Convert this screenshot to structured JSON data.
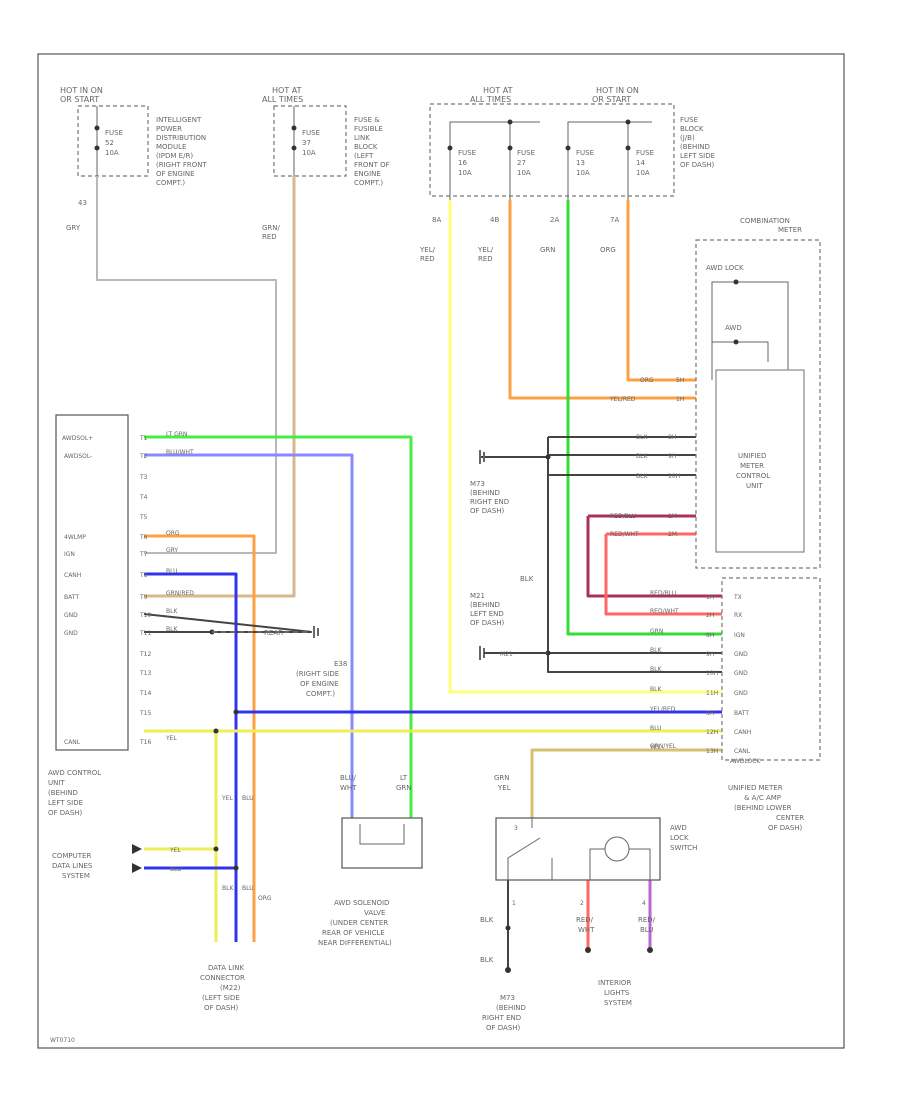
{
  "colors": {
    "gry": "#b8b8b8",
    "grn_red": "#d8b88a",
    "yel_red": "#ffff77",
    "orange": "#ffa040",
    "grn": "#33dd33",
    "lt_grn": "#44ee44",
    "blu": "#3333ee",
    "blu_wht": "#8888ff",
    "yel": "#eeee55",
    "blk": "#444444",
    "red_blu": "#aa3355",
    "red_wht": "#ff6666",
    "purple": "#bb66cc",
    "tan": "#d8c070"
  },
  "power": {
    "hot1": [
      "HOT IN ON",
      "OR START"
    ],
    "hot2": [
      "HOT AT",
      "ALL TIMES"
    ],
    "hot3": [
      "HOT AT",
      "ALL TIMES"
    ],
    "hot4": [
      "HOT IN ON",
      "OR START"
    ],
    "fuse1": [
      "FUSE",
      "52",
      "10A"
    ],
    "fuse2": [
      "FUSE",
      "37",
      "10A"
    ],
    "fuse3": [
      "FUSE",
      "16",
      "10A"
    ],
    "fuse4": [
      "FUSE",
      "27",
      "10A"
    ],
    "fuse5": [
      "FUSE",
      "13",
      "10A"
    ],
    "fuse6": [
      "FUSE",
      "14",
      "10A"
    ],
    "ipdm_desc": [
      "INTELLIGENT",
      "POWER",
      "DISTRIBUTION",
      "MODULE",
      "(IPDM E/R)",
      "(RIGHT FRONT",
      "OF ENGINE",
      "COMPT.)"
    ],
    "fusible_desc": [
      "FUSE &",
      "FUSIBLE",
      "LINK",
      "BLOCK",
      "(LEFT",
      "FRONT OF",
      "ENGINE",
      "COMPT.)"
    ],
    "fuse_block_desc": [
      "FUSE",
      "BLOCK",
      "(J/B)",
      "(BEHIND",
      "LEFT SIDE",
      "OF DASH)"
    ],
    "conn_labels": {
      "c1": "43",
      "c2": "8A",
      "c3": "4B",
      "c4": "2A",
      "c5": "7A"
    },
    "wire_labels": {
      "w1": "GRY",
      "w2": [
        "GRN/",
        "RED"
      ],
      "w3": [
        "YEL/",
        "RED"
      ],
      "w4": [
        "YEL/",
        "RED"
      ],
      "w5": "GRN",
      "w6": "ORG"
    }
  },
  "awd_control": {
    "label": [
      "AWD CONTROL",
      "UNIT",
      "(BEHIND",
      "LEFT SIDE",
      "OF DASH)"
    ],
    "pins": [
      "AWDSOL+",
      "AWDSOL-",
      "",
      "",
      "",
      "4WLMP",
      "IGN",
      "CANH",
      "BATT",
      "GND",
      "GND",
      "",
      "",
      "",
      "",
      "CANL"
    ],
    "pin_nums": [
      "T1",
      "T2",
      "T3",
      "T4",
      "T5",
      "T6",
      "T7",
      "T8",
      "T9",
      "T10",
      "T11",
      "T12",
      "T13",
      "T14",
      "T15",
      "T16"
    ],
    "wires": [
      "LT GRN",
      "BLU/WHT",
      "",
      "",
      "",
      "ORG",
      "GRY",
      "BLU",
      "GRN/RED",
      "BLK",
      "BLK",
      "",
      "",
      "",
      "",
      "YEL"
    ]
  },
  "combination_meter": {
    "title": [
      "COMBINATION",
      "METER"
    ],
    "awd_lock": "AWD LOCK",
    "awd": "AWD",
    "umcu": [
      "UNIFIED",
      "METER",
      "CONTROL",
      "UNIT"
    ],
    "wires_top": [
      "ORG",
      "YEL/RED"
    ],
    "pins_top": [
      "5H",
      "1H"
    ],
    "blk_wires": [
      "BLK",
      "BLK",
      "BLK"
    ],
    "blk_pins": [
      "8H",
      "9H",
      "10H"
    ],
    "red_wires": [
      "RED/BLU",
      "RED/WHT"
    ],
    "red_pins": [
      "1M",
      "2M"
    ]
  },
  "ground": {
    "e38": [
      "E38",
      "(RIGHT SIDE",
      "OF ENGINE",
      "COMPT.)"
    ],
    "m73_text": [
      "M73",
      "(BEHIND",
      "RIGHT END",
      "OF DASH)"
    ],
    "m21_text": [
      "M21",
      "(BEHIND",
      "LEFT END",
      "OF DASH)"
    ],
    "m21_cut": "M21",
    "m73_bottom": [
      "M73",
      "(BEHIND",
      "RIGHT END",
      "OF DASH)"
    ],
    "rear": "REAR",
    "blk_label": "BLK"
  },
  "unified_meter": {
    "label": [
      "UNIFIED METER",
      "& A/C AMP",
      "(BEHIND LOWER",
      "CENTER",
      "OF DASH)"
    ],
    "pins": [
      "TX",
      "RX",
      "IGN",
      "GND",
      "GND",
      "GND",
      "BATT",
      "CANH",
      "CANL",
      "AWDLOCK"
    ],
    "wires": [
      "RED/BLU",
      "RED/WHT",
      "GRN",
      "BLK",
      "BLK",
      "BLK",
      "YEL/RED",
      "BLU",
      "YEL",
      "GRN/YEL"
    ],
    "pin_nums": [
      "1H",
      "2H",
      "8H",
      "9H",
      "10H",
      "11H",
      "5H",
      "12H",
      "13H",
      "14H"
    ]
  },
  "bottom": {
    "computer_data": [
      "COMPUTER",
      "DATA LINES",
      "SYSTEM"
    ],
    "data_link": [
      "DATA LINK",
      "CONNECTOR",
      "(M22)",
      "(LEFT SIDE",
      "OF DASH)"
    ],
    "dlc_wires": [
      "YEL",
      "BLU",
      "BLK",
      "BLU",
      "ORG"
    ],
    "comp_wires": [
      "YEL",
      "BLU"
    ],
    "solenoid": [
      "AWD SOLENOID",
      "VALVE",
      "(UNDER CENTER",
      "REAR OF VEHICLE",
      "NEAR DIFFERENTIAL)"
    ],
    "solenoid_wires": [
      "BLU/",
      "WHT",
      "LT",
      "GRN"
    ],
    "lock_switch": [
      "AWD",
      "LOCK",
      "SWITCH"
    ],
    "lock_wire": [
      "GRN",
      "YEL"
    ],
    "lock_pins": [
      "3",
      "1",
      "2",
      "4"
    ],
    "lock_blk": [
      "BLK",
      "BLK"
    ],
    "interior": [
      "INTERIOR",
      "LIGHTS",
      "SYSTEM"
    ],
    "interior_wires": [
      "RED/",
      "WHT",
      "RED/",
      "BLU"
    ],
    "code": "WT0710"
  }
}
